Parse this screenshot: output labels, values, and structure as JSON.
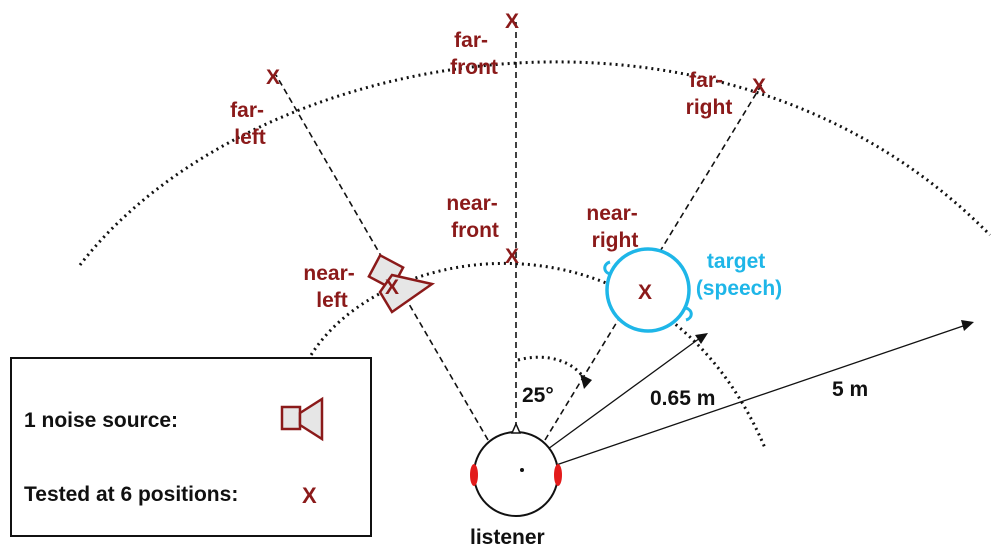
{
  "labels": {
    "far_front": [
      "far-",
      "front"
    ],
    "far_left": [
      "far-",
      "left"
    ],
    "far_right": [
      "far-",
      "right"
    ],
    "near_front": [
      "near-",
      "front"
    ],
    "near_left": [
      "near-",
      "left"
    ],
    "near_right": [
      "near-",
      "right"
    ],
    "target": [
      "target",
      "(speech)"
    ],
    "angle": "25°",
    "near_radius": "0.65 m",
    "far_radius": "5 m",
    "listener": "listener",
    "marker": "X"
  },
  "legend": {
    "noise_source": "1 noise source:",
    "tested_at": "Tested at 6 positions:",
    "marker": "X"
  },
  "colors": {
    "position_red": "#8b1a1a",
    "target_cyan": "#1eb6e8",
    "ear_red": "#e31b1b",
    "speaker_fill": "#e6e6e6"
  }
}
